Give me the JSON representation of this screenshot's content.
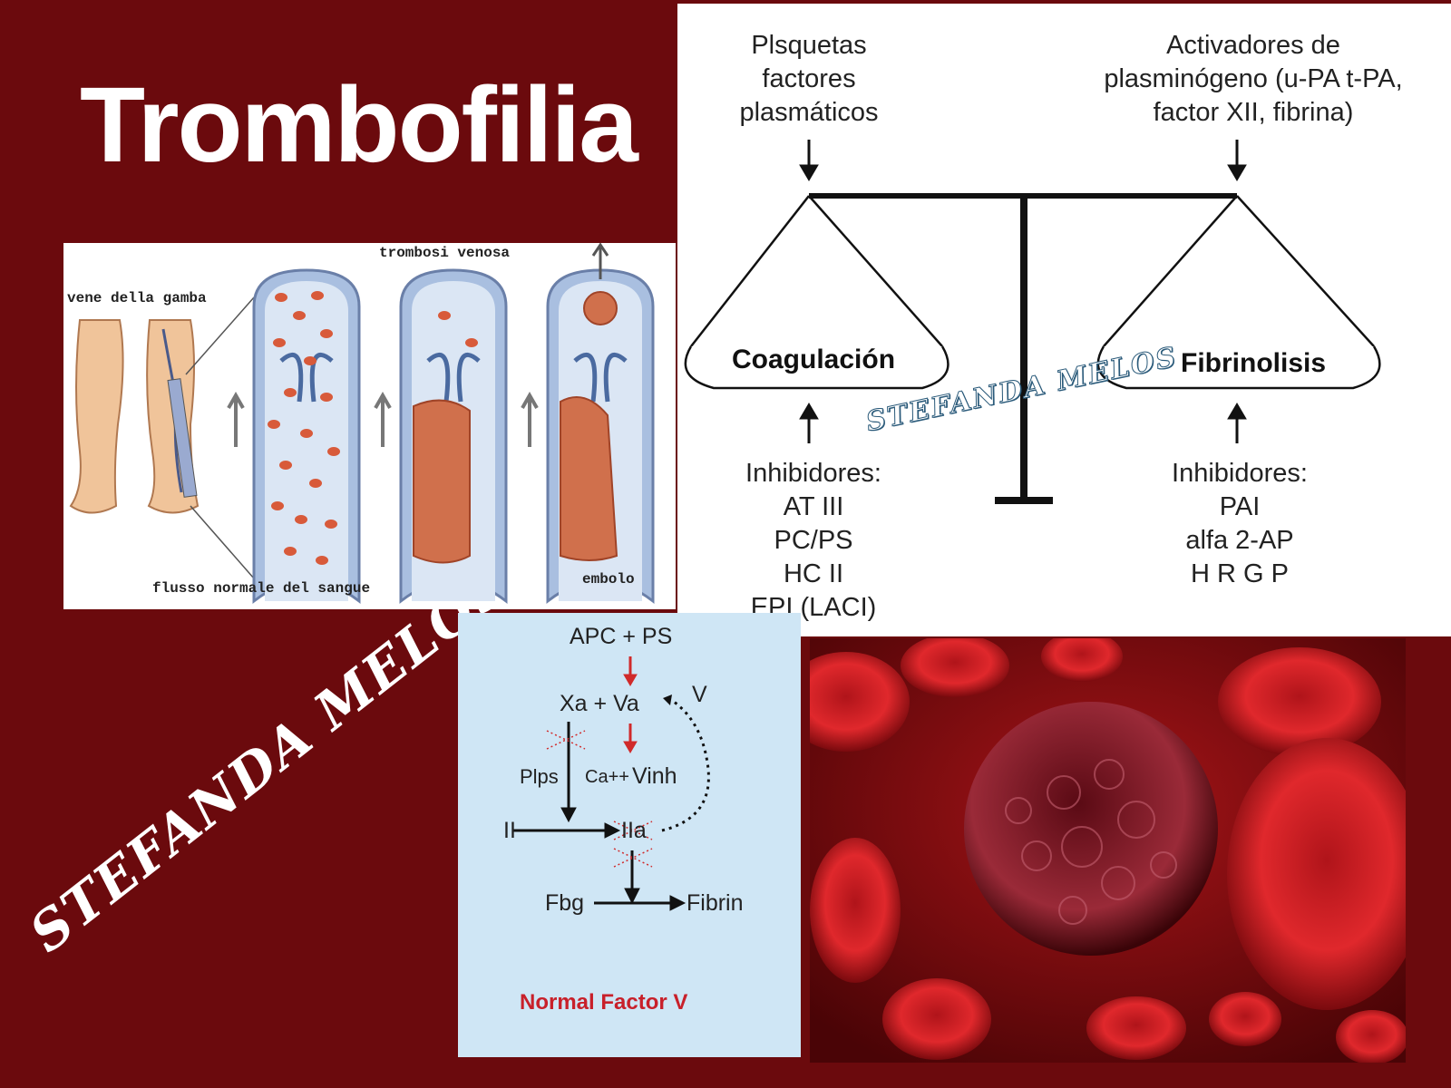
{
  "title": "Trombofilia",
  "watermark": "STEFANDA MELOS",
  "vein_panel": {
    "label_legs": "vene della gamba",
    "label_thrombosis": "trombosi venosa",
    "label_flow": "flusso normale del sangue",
    "label_embolus": "embolo"
  },
  "balance": {
    "left_top": [
      "Plsquetas",
      "factores",
      "plasmáticos"
    ],
    "right_top": [
      "Activadores de",
      "plasminógeno (u-PA t-PA,",
      "factor XII, fibrina)"
    ],
    "left_pan": "Coagulación",
    "right_pan": "Fibrinolisis",
    "left_inhibitors": [
      "Inhibidores:",
      "AT III",
      "PC/PS",
      "HC II",
      "EPI (LACI)"
    ],
    "right_inhibitors": [
      "Inhibidores:",
      "PAI",
      "alfa 2-AP",
      "H R G P"
    ]
  },
  "factor_v": {
    "apc_ps": "APC + PS",
    "xa_va": "Xa + Va",
    "v": "V",
    "plps": "Plps",
    "ca": "Ca++",
    "v_inh": "Vinh",
    "ii": "II",
    "iia": "IIa",
    "fbg": "Fbg",
    "fibrin": "Fibrin",
    "caption": "Normal Factor V"
  },
  "colors": {
    "background": "#6b0a0d",
    "caption_red": "#c8202a",
    "panel_blue": "#cfe6f5"
  }
}
